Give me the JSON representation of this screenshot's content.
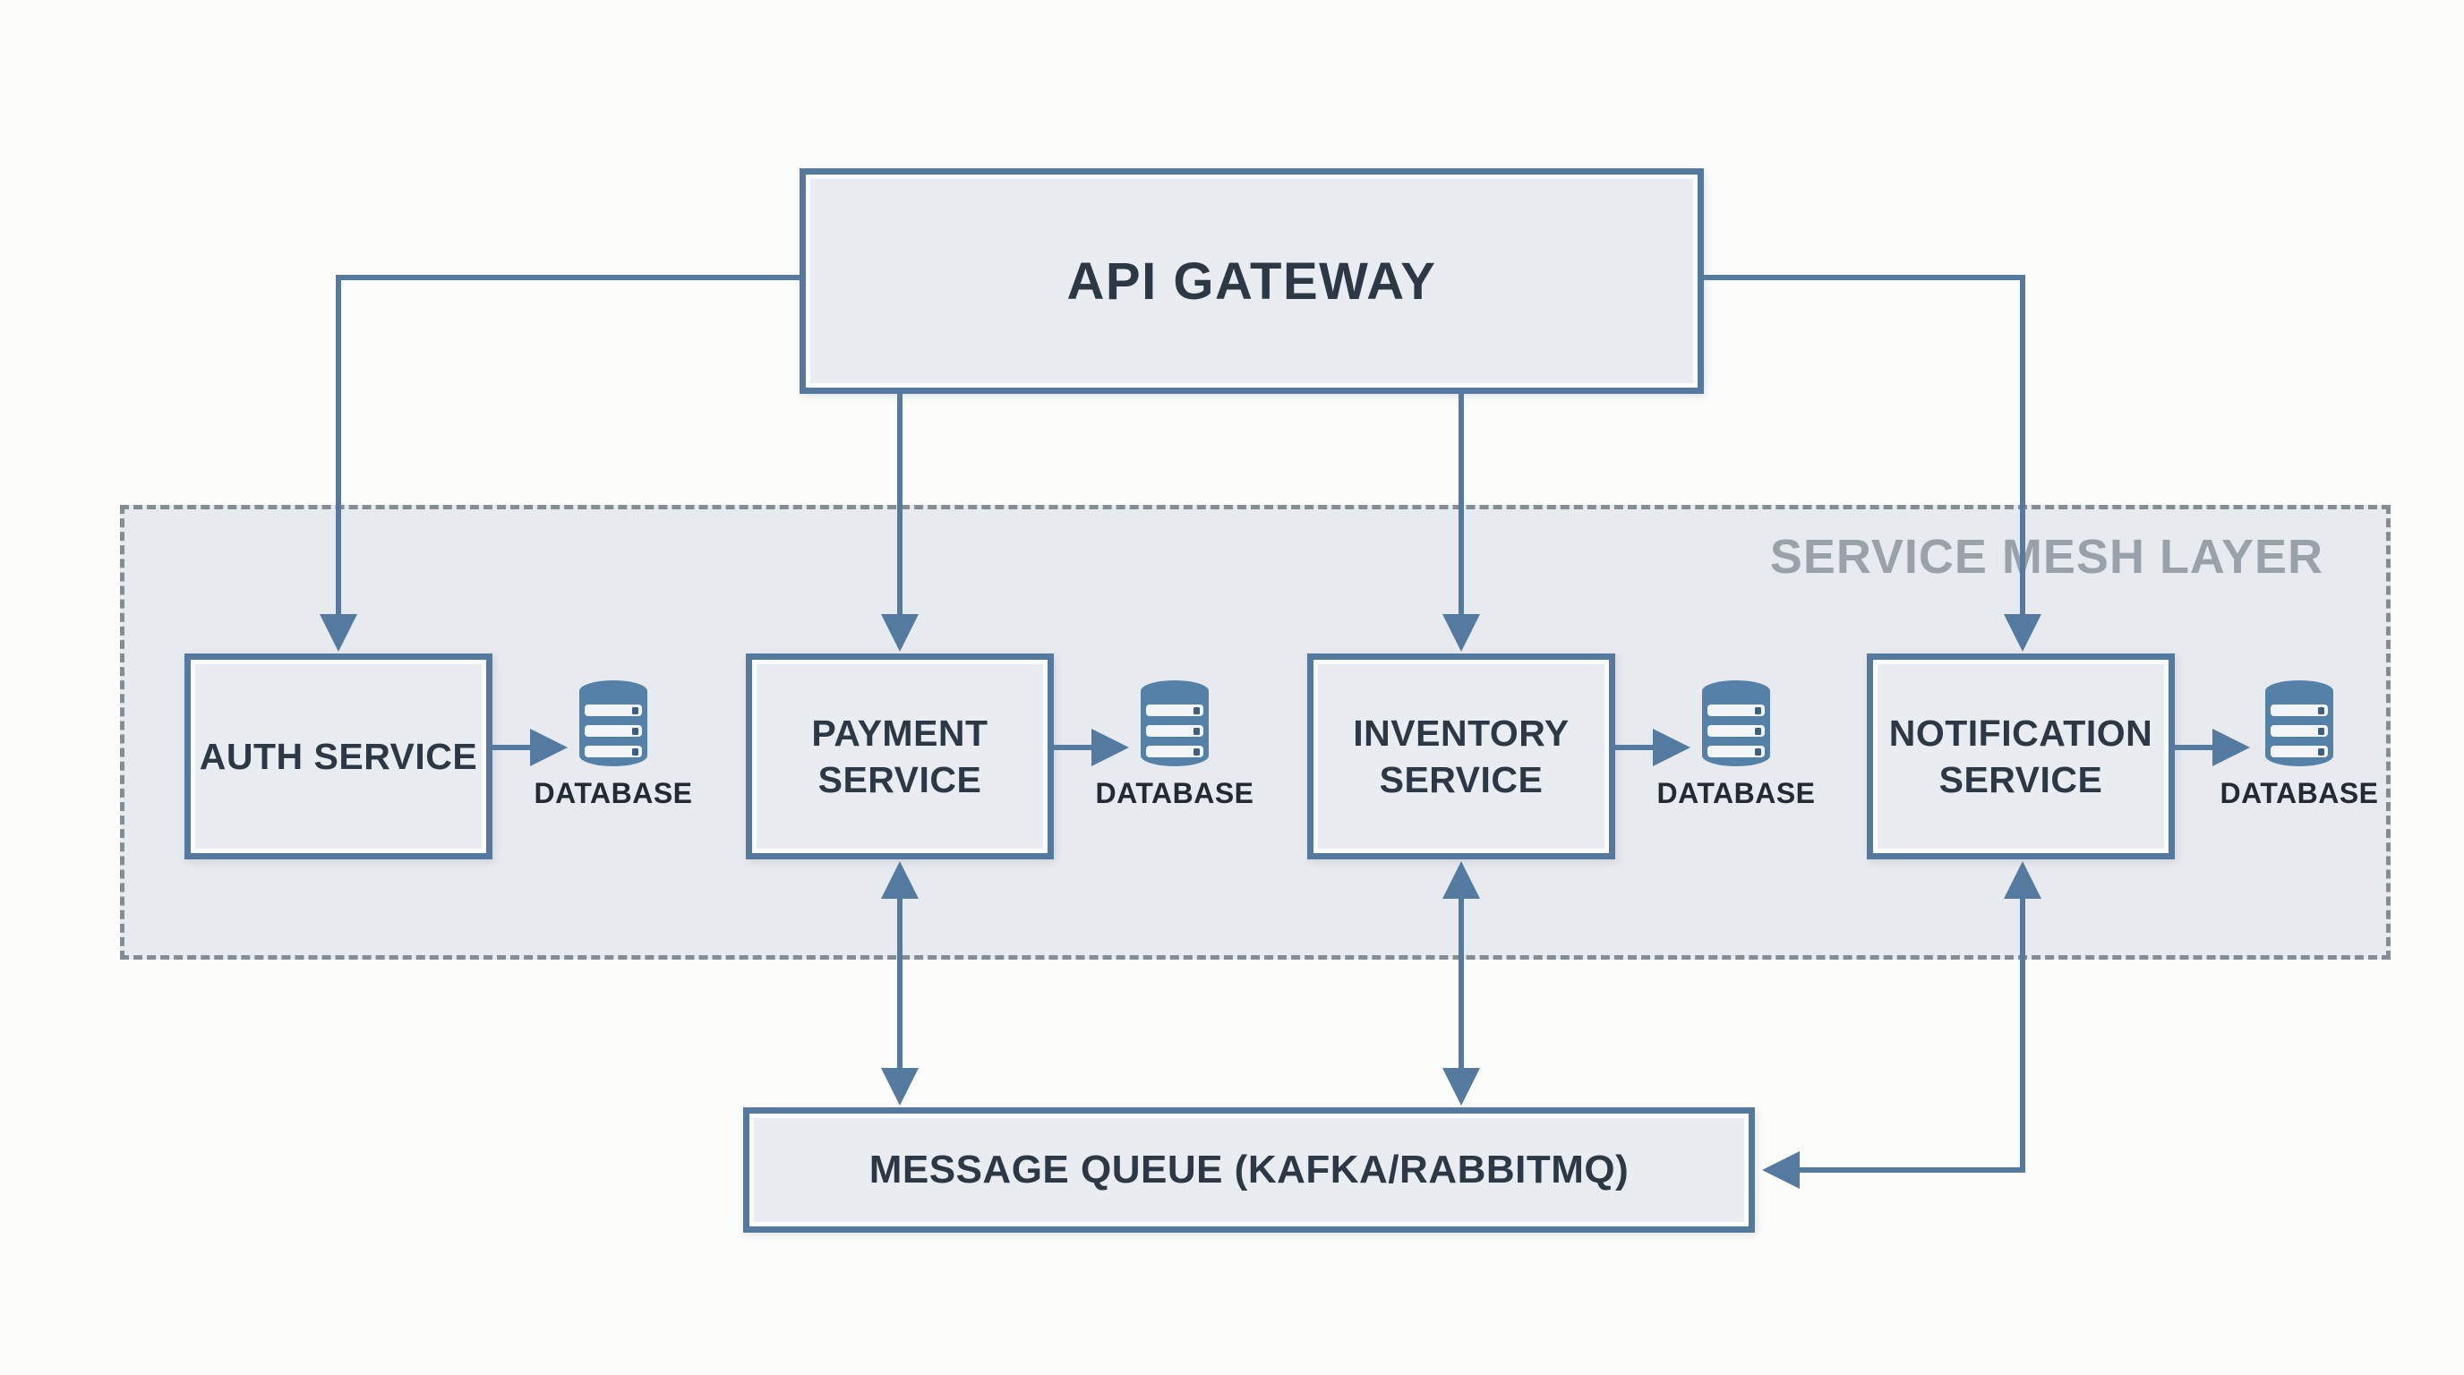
{
  "gateway": {
    "label": "API GATEWAY"
  },
  "mesh": {
    "label": "SERVICE MESH LAYER"
  },
  "services": [
    {
      "name": "AUTH SERVICE",
      "database_label": "DATABASE"
    },
    {
      "name": "PAYMENT SERVICE",
      "database_label": "DATABASE"
    },
    {
      "name": "INVENTORY SERVICE",
      "database_label": "DATABASE"
    },
    {
      "name": "NOTIFICATION SERVICE",
      "database_label": "DATABASE"
    }
  ],
  "queue": {
    "label": "MESSAGE QUEUE (KAFKA/RABBITMQ)"
  },
  "icons": {
    "database": "database-cylinder-icon"
  },
  "connections": [
    {
      "from": "API GATEWAY",
      "to": "AUTH SERVICE",
      "style": "one-way"
    },
    {
      "from": "API GATEWAY",
      "to": "PAYMENT SERVICE",
      "style": "one-way"
    },
    {
      "from": "API GATEWAY",
      "to": "INVENTORY SERVICE",
      "style": "one-way"
    },
    {
      "from": "API GATEWAY",
      "to": "NOTIFICATION SERVICE",
      "style": "one-way"
    },
    {
      "from": "AUTH SERVICE",
      "to": "DATABASE",
      "style": "one-way"
    },
    {
      "from": "PAYMENT SERVICE",
      "to": "DATABASE",
      "style": "one-way"
    },
    {
      "from": "INVENTORY SERVICE",
      "to": "DATABASE",
      "style": "one-way"
    },
    {
      "from": "NOTIFICATION SERVICE",
      "to": "DATABASE",
      "style": "one-way"
    },
    {
      "from": "PAYMENT SERVICE",
      "to": "MESSAGE QUEUE",
      "style": "two-way"
    },
    {
      "from": "INVENTORY SERVICE",
      "to": "MESSAGE QUEUE",
      "style": "two-way"
    },
    {
      "from": "MESSAGE QUEUE",
      "to": "NOTIFICATION SERVICE",
      "style": "two-way"
    }
  ],
  "colors": {
    "accent": "#557a9f",
    "box_border": "#54789e",
    "box_fill": "#e9ecf0",
    "mesh_fill": "#e7eaee",
    "mesh_border": "#848d94",
    "text_dark": "#2c3845",
    "mesh_label": "#99a1a9",
    "bg": "#fcfcfb"
  }
}
